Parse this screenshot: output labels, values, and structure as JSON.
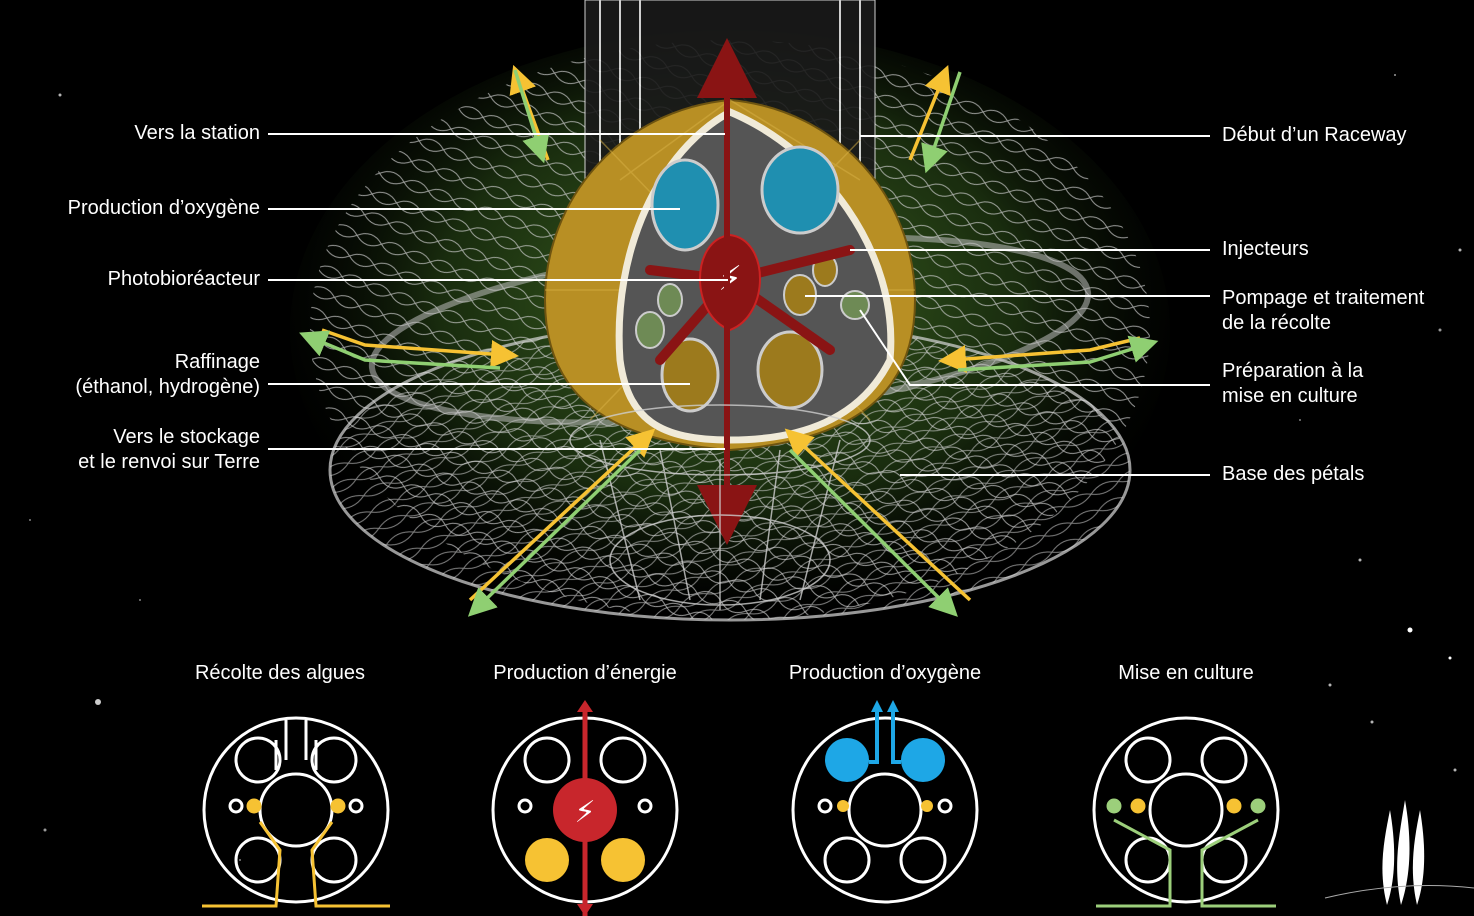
{
  "labels_left": [
    {
      "id": "vers-station",
      "lines": [
        "Vers la station"
      ]
    },
    {
      "id": "production-oxygene",
      "lines": [
        "Production d’oxygène"
      ]
    },
    {
      "id": "photobioreacteur",
      "lines": [
        "Photobioréacteur"
      ]
    },
    {
      "id": "raffinage",
      "lines": [
        "Raffinage",
        "(éthanol, hydrogène)"
      ]
    },
    {
      "id": "vers-stockage",
      "lines": [
        "Vers le stockage",
        "et le renvoi sur Terre"
      ]
    }
  ],
  "labels_right": [
    {
      "id": "debut-raceway",
      "lines": [
        "Début d’un Raceway"
      ]
    },
    {
      "id": "injecteurs",
      "lines": [
        "Injecteurs"
      ]
    },
    {
      "id": "pompage",
      "lines": [
        "Pompage et traitement",
        "de la récolte"
      ]
    },
    {
      "id": "preparation",
      "lines": [
        "Préparation à la",
        "mise en culture"
      ]
    },
    {
      "id": "base-petals",
      "lines": [
        "Base des pétals"
      ]
    }
  ],
  "modes": [
    {
      "id": "recolte",
      "caption": "Récolte des algues",
      "color": "#f6c233"
    },
    {
      "id": "energie",
      "caption": "Production d’énergie",
      "color": "#c8262c"
    },
    {
      "id": "oxygene",
      "caption": "Production d’oxygène",
      "color": "#1ea7e6"
    },
    {
      "id": "culture",
      "caption": "Mise en culture",
      "color": "#9ccf7b"
    }
  ],
  "colors": {
    "hull": "#b88f24",
    "energy": "#8a1414",
    "oxygen_tank": "#1f8fb0",
    "arrow_yellow": "#f6c233",
    "arrow_green": "#8fcf72",
    "net": "#dcdcdc"
  }
}
